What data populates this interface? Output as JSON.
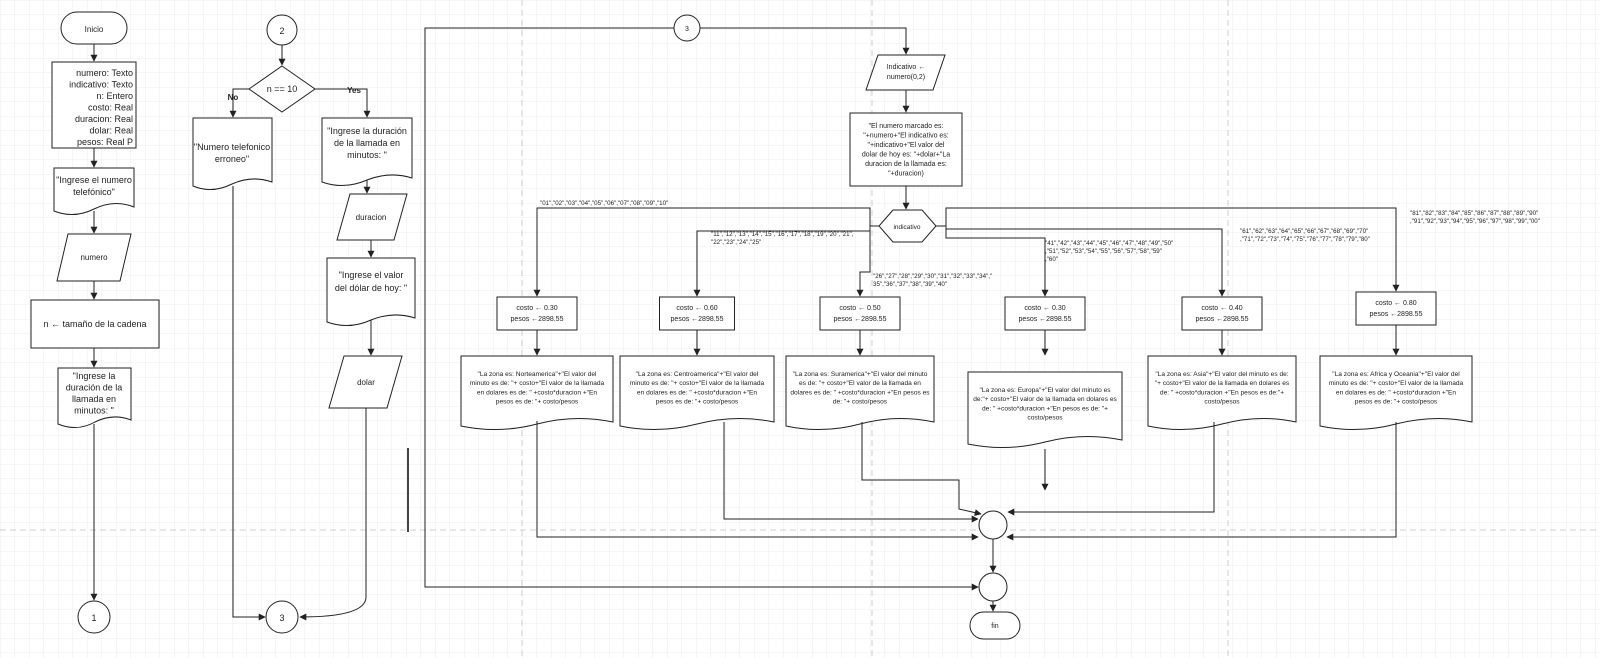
{
  "col1": {
    "start": "Inicio",
    "declarations": [
      "numero: Texto",
      "indicativo: Texto",
      "n: Entero",
      "costo: Real",
      "duracion: Real",
      "dolar: Real",
      "pesos: Real P"
    ],
    "prompt_phone": [
      "\"Ingrese el numero",
      "telefónico\""
    ],
    "input_numero": "numero",
    "assign_n": "n ← tamaño de la cadena",
    "prompt_duration": [
      "\"Ingrese la",
      "duración de la",
      "llamada en",
      "minutos: \""
    ],
    "connector_1": "1"
  },
  "col2": {
    "connector_2": "2",
    "decision": "n == 10",
    "label_no": "No",
    "label_yes": "Yes",
    "error_msg": [
      "\"Numero telefonico",
      "erroneo\""
    ],
    "prompt_duration": [
      "\"Ingrese la duración",
      "de la llamada en",
      "minutos: \""
    ],
    "input_duracion": "duracion",
    "prompt_dolar": [
      "\"Ingrese el valor",
      "del dólar de hoy: \""
    ],
    "input_dolar": "dolar",
    "connector_3": "3"
  },
  "col3": {
    "connector_3_top": "3",
    "assign_indicativo": [
      "Indicativo ←",
      "numero(0,2)"
    ],
    "summary": [
      "\"El numero marcado es:",
      "\"+numero+\"El indicativo es:",
      "\"+indicativo+\"El valor del",
      "dolar de hoy es: \"+dolar+\"La",
      "duracion de la llamada es:",
      "\"+duracion)"
    ],
    "switch_label": "indicativo",
    "cases": [
      {
        "codes": [
          "\"01\",\"02\",\"03\",\"04\",\"05\",\"06\",\"07\",\"08\",\"09\",\"10\""
        ],
        "cost": "costo ← 0.30",
        "pesos": "pesos ←2898.55",
        "msg": [
          "\"La zona es: Norteamerica\"+\"El valor del",
          "minuto es de: \"+ costo+\"El valor de la llamada",
          "en dolares es de: \" +costo*duracion +\"En",
          "pesos es de: \"+ costo/pesos"
        ]
      },
      {
        "codes": [
          "\"11\",\"12\",\"13\",\"14\",\"15\",\"16\",\"17\",\"18\",\"19\",\"20\",\"21\",",
          "\"22\",\"23\",\"24\",\"25\""
        ],
        "cost": "costo ← 0.60",
        "pesos": "pesos ←2898.55",
        "msg": [
          "\"La zona es: Centroamerica\"+\"El valor del",
          "minuto es de: \"+ costo+\"El valor de la llamada",
          "en dolares es de: \" +costo*duracion +\"En",
          "pesos es de: \"+ costo/pesos"
        ]
      },
      {
        "codes": [
          "\"26\",\"27\",\"28\",\"29\",\"30\",\"31\",\"32\",\"33\",\"34\",\"",
          "35\",\"36\",\"37\",\"38\",\"39\",\"40\""
        ],
        "cost": "costo ← 0.50",
        "pesos": "pesos ←2898.55",
        "msg": [
          "\"La zona es: Suramerica\"+\"El valor del minuto",
          "es de: \"+ costo+\"El valor de la llamada en",
          "dolares es de: \" +costo*duracion +\"En pesos es",
          "de: \"+ costo/pesos"
        ]
      },
      {
        "codes": [
          "\"41\",\"42\",\"43\",\"44\",\"45\",\"46\",\"47\",\"48\",\"49\",\"50\"",
          ",\"51\",\"52\",\"53\",\"54\",\"55\",\"56\",\"57\",\"58\",\"59\"",
          ",\"60\""
        ],
        "cost": "costo ← 0.30",
        "pesos": "pesos ←2898.55",
        "msg": [
          "\"La zona es: Europa\"+\"El valor del minuto es",
          "de:\"+ costo+\"El valor de la llamada en dolares es",
          "de: \" +costo*duracion +\"En pesos es de: \"+",
          "costo/pesos"
        ]
      },
      {
        "codes": [
          "\"61\",\"62\",\"63\",\"64\",\"65\",\"66\",\"67\",\"68\",\"69\",\"70\"",
          ",\"71\",\"72\",\"73\",\"74\",\"75\",\"76\",\"77\",\"78\",\"79\",\"80\""
        ],
        "cost": "costo ← 0.40",
        "pesos": "pesos ←2898.55",
        "msg": [
          "\"La zona es: Asia\"+\"El valor del minuto es de:",
          "\"+ costo+\"El valor de la llamada en dolares es",
          "de: \" +costo*duracion +\"En pesos es de:\"+",
          "costo/pesos"
        ]
      },
      {
        "codes": [
          "\"81\",\"82\",\"83\",\"84\",\"85\",\"86\",\"87\",\"88\",\"89\",\"90\"",
          ",\"91\",\"92\",\"93\",\"94\",\"95\",\"96\",\"97\",\"98\",\"99\",\"00\""
        ],
        "cost": "costo ← 0.80",
        "pesos": "pesos ←2898.55",
        "msg": [
          "\"La zona es: Africa y Oceania\"+\"El valor del",
          "minuto es de: \"+ costo+\"El valor de la llamada",
          "en dolares es de: \" +costo*duracion +\"En",
          "pesos es de: \"+ costo/pesos"
        ]
      }
    ],
    "end": "fin"
  }
}
